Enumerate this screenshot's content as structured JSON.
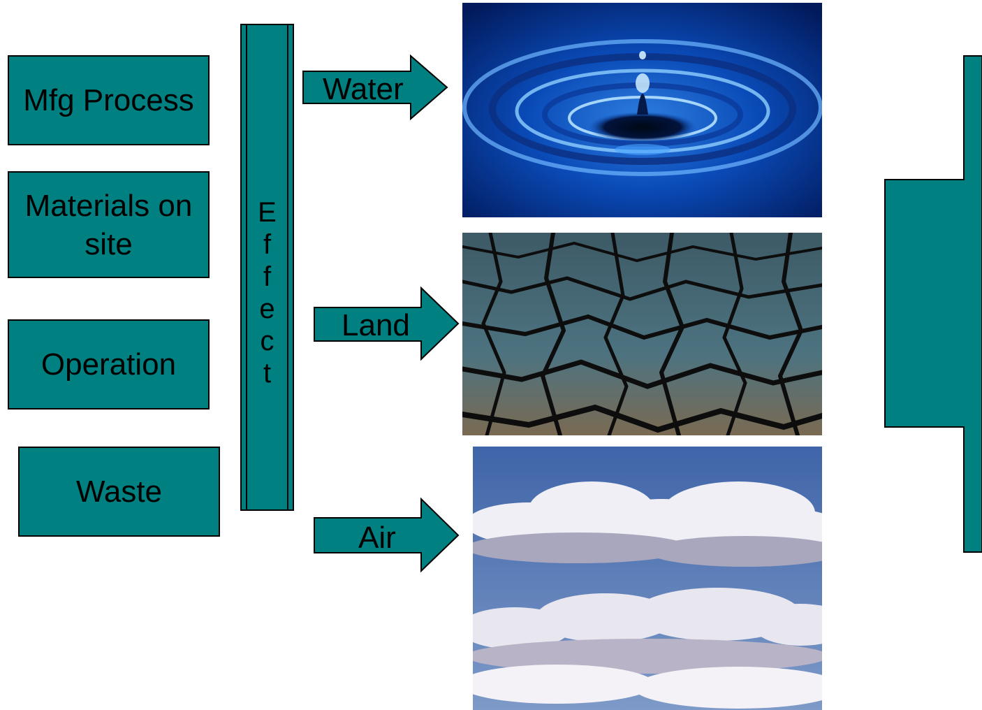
{
  "sources": [
    {
      "label": "Mfg Process"
    },
    {
      "label": "Materials on site"
    },
    {
      "label": "Operation"
    },
    {
      "label": "Waste"
    }
  ],
  "effect": {
    "letters": [
      "E",
      "f",
      "f",
      "e",
      "c",
      "t"
    ]
  },
  "impacts": [
    {
      "label": "Water",
      "image": "water-drop-ripples"
    },
    {
      "label": "Land",
      "image": "cracked-dry-earth"
    },
    {
      "label": "Air",
      "image": "clouds-sky"
    }
  ],
  "colors": {
    "shape_fill": "#008080",
    "outline": "#000000"
  }
}
